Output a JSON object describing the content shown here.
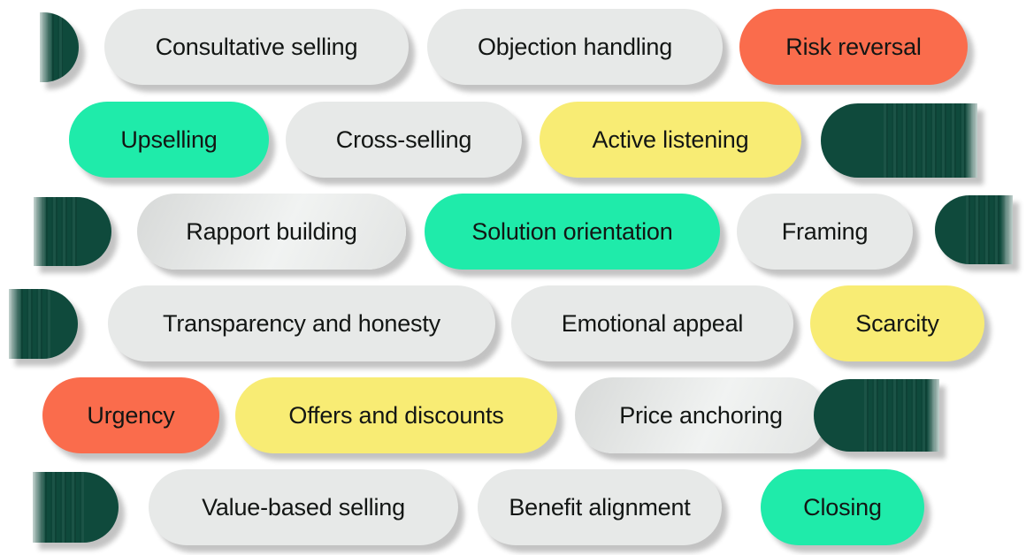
{
  "page": {
    "background": "#FFFFFF",
    "description": "Tag cloud of sales technique pills"
  },
  "palette": {
    "gray": "#E7E9E8",
    "green": "#1FEBAA",
    "yellow": "#F8EC74",
    "orange": "#FA6C4C",
    "teal": "#0F4A3C",
    "text": "#131614"
  },
  "rows": [
    {
      "items": [
        {
          "type": "teal-stub",
          "side": "left"
        },
        {
          "label": "Consultative selling",
          "variant": "gray"
        },
        {
          "label": "Objection handling",
          "variant": "gray"
        },
        {
          "label": "Risk reversal",
          "variant": "orange"
        }
      ]
    },
    {
      "items": [
        {
          "label": "Upselling",
          "variant": "green"
        },
        {
          "label": "Cross-selling",
          "variant": "gray"
        },
        {
          "label": "Active listening",
          "variant": "yellow"
        },
        {
          "type": "teal-stub",
          "side": "right"
        }
      ]
    },
    {
      "items": [
        {
          "type": "teal-stub",
          "side": "left"
        },
        {
          "label": "Rapport building",
          "variant": "gray"
        },
        {
          "label": "Solution orientation",
          "variant": "green"
        },
        {
          "label": "Framing",
          "variant": "gray"
        },
        {
          "type": "teal-stub",
          "side": "right"
        }
      ]
    },
    {
      "items": [
        {
          "type": "teal-stub",
          "side": "left"
        },
        {
          "label": "Transparency and honesty",
          "variant": "gray"
        },
        {
          "label": "Emotional appeal",
          "variant": "gray"
        },
        {
          "label": "Scarcity",
          "variant": "yellow"
        }
      ]
    },
    {
      "items": [
        {
          "label": "Urgency",
          "variant": "orange"
        },
        {
          "label": "Offers and discounts",
          "variant": "yellow"
        },
        {
          "label": "Price anchoring",
          "variant": "gray"
        },
        {
          "type": "teal-stub",
          "side": "right"
        }
      ]
    },
    {
      "items": [
        {
          "type": "teal-stub",
          "side": "left"
        },
        {
          "label": "Value-based selling",
          "variant": "gray"
        },
        {
          "label": "Benefit alignment",
          "variant": "gray"
        },
        {
          "label": "Closing",
          "variant": "green"
        }
      ]
    }
  ]
}
